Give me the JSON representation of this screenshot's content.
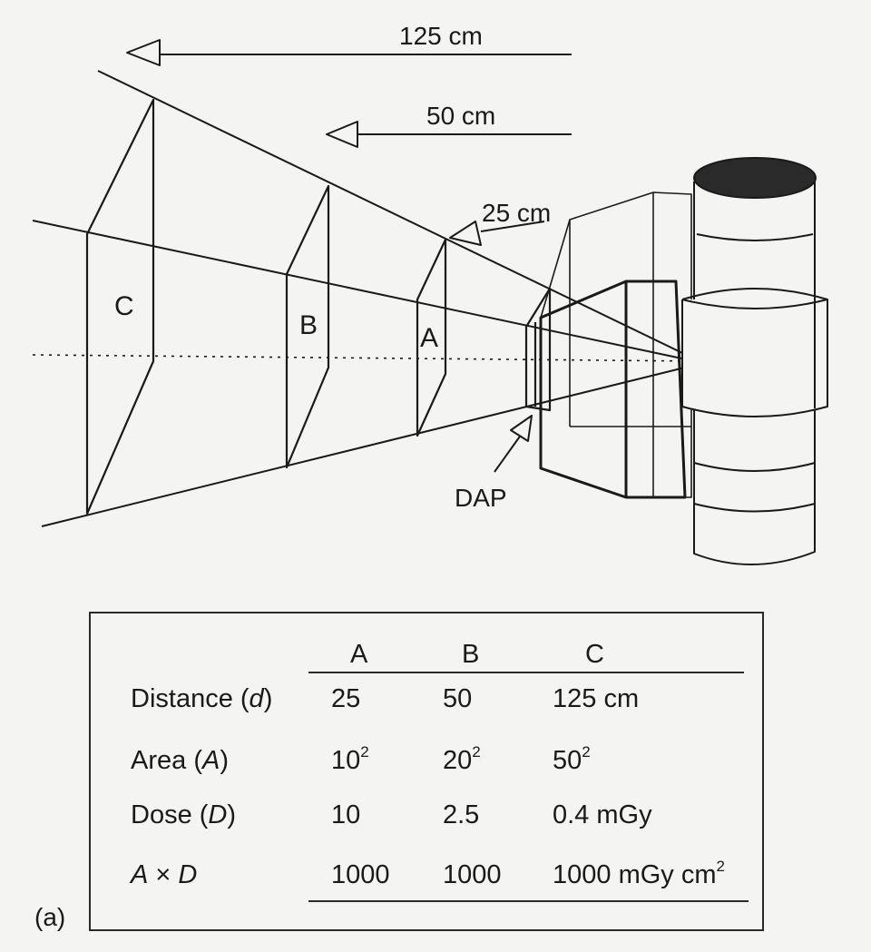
{
  "diagram": {
    "distance_labels": [
      "125 cm",
      "50 cm",
      "25 cm"
    ],
    "plane_labels": [
      "C",
      "B",
      "A"
    ],
    "dap_label": "DAP"
  },
  "table": {
    "columns": [
      "A",
      "B",
      "C"
    ],
    "rows": [
      {
        "label_pre": "Distance (",
        "label_var": "d",
        "label_post": ")",
        "values": [
          "25",
          "50",
          "125 cm"
        ]
      },
      {
        "label_pre": "Area (",
        "label_var": "A",
        "label_post": ")",
        "values": [
          "10",
          "20",
          "50"
        ],
        "exponent": "2"
      },
      {
        "label_pre": "Dose (",
        "label_var": "D",
        "label_post": ")",
        "values": [
          "10",
          "2.5",
          "0.4 mGy"
        ]
      }
    ],
    "product_row": {
      "var1": "A",
      "op": "×",
      "var2": "D",
      "values": [
        "1000",
        "1000",
        "1000 mGy cm"
      ],
      "unit_exponent": "2"
    }
  },
  "caption": "(a)"
}
